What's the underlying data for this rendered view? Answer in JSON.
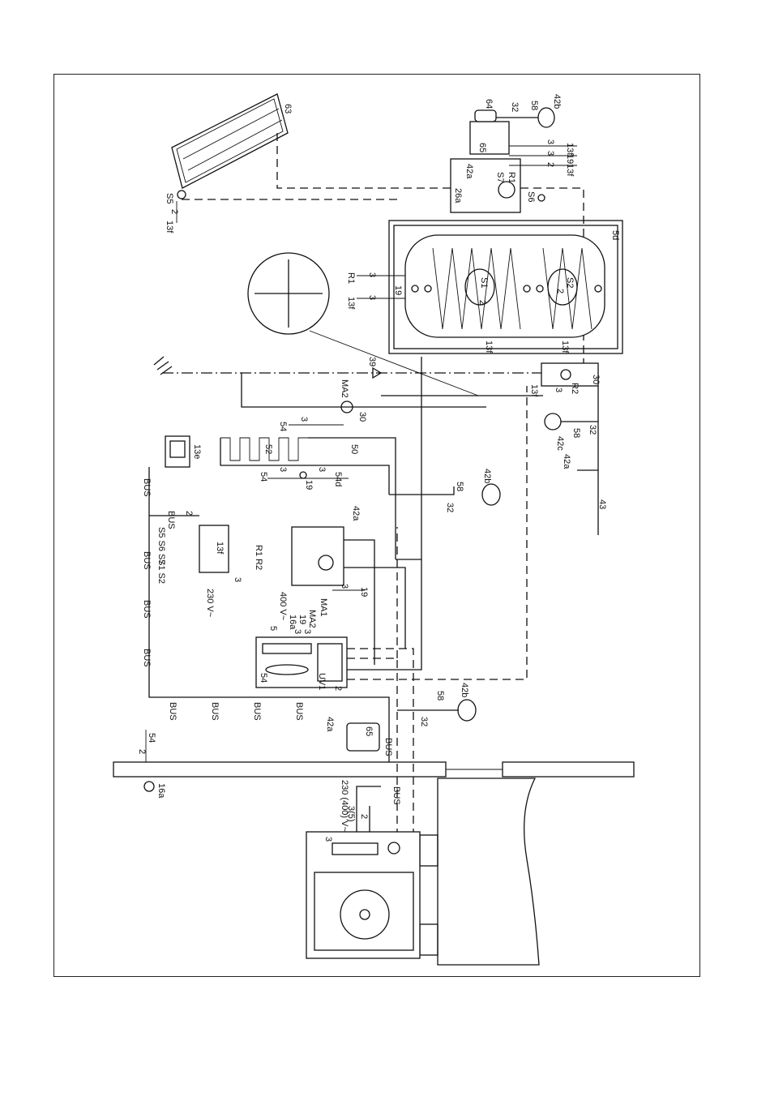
{
  "labels": {
    "collector": "63",
    "sensor_s5": "S5",
    "collector_cable_count": "2",
    "collector_cable_type": "13f",
    "exp_vessel_64": "64",
    "valve_32_top": "32",
    "valve_58_top": "58",
    "vessel_42b_top": "42b",
    "solar_station": "26a",
    "solar_42a": "42a",
    "controller_65": "65",
    "s7": "S7",
    "r1": "R1",
    "s6": "S6",
    "wires_13f_a": "13f",
    "wires_19": "19",
    "wires_13f_b": "13f",
    "wires_n3a": "3",
    "wires_n3b": "3",
    "wires_n2": "2",
    "tank": "5d",
    "tank_s1": "S1",
    "tank_s2": "S2",
    "tank_13f_a": "13f",
    "tank_13f_b": "13f",
    "tank_r1": "R1",
    "tank_19": "19",
    "tank_13f_c": "13f",
    "tank_3a": "3",
    "tank_3b": "3",
    "tank_2a": "2",
    "tank_2b": "2",
    "mixer_39": "39",
    "pump_ma2": "MA2",
    "valve_30": "30",
    "wire_54": "54",
    "wire_3": "3",
    "circ_r2": "R2",
    "circ_30": "30",
    "circ_13f": "13f",
    "circ_3": "3",
    "remote_13e": "13e",
    "floor_52": "52",
    "floor_50": "50",
    "floor_19": "19",
    "floor_54": "54",
    "floor_54d": "54d",
    "floor_3a": "3",
    "floor_3b": "3",
    "vessel_42c": "42c",
    "valve_58_mid": "58",
    "valve_32_mid": "32",
    "safety_42a_mid": "42a",
    "item_43": "43",
    "valve_58_c": "58",
    "vessel_42b_c": "42b",
    "valve_32_c": "32",
    "safety_42a_c": "42a",
    "bus_1": "BUS",
    "bus_2": "BUS",
    "bus_3": "BUS",
    "bus_4": "BUS",
    "bus_5": "BUS",
    "bus_6": "BUS",
    "bus_7": "BUS",
    "bus_8": "BUS",
    "bus_9": "BUS",
    "bus_10": "BUS",
    "ctrl_13f": "13f",
    "ctrl_2": "2",
    "ctrl_230v": "230 V~",
    "ctrl_3": "3",
    "ctrl_r1r2": "R1 R2",
    "ctrl_s1s2": "S1 S2",
    "ctrl_s5s6s7": "S5 S6 S7",
    "pump_ma1": "MA1",
    "wire_19_ma1": "19",
    "wire_3_ma1": "3",
    "module_54": "54",
    "module_uv1": "UV1",
    "module_5": "5",
    "module_400v": "400 V~",
    "module_16a": "16a",
    "module_19": "19",
    "module_ma2": "MA2",
    "module_2": "2",
    "module_3a": "3",
    "module_3b": "3",
    "ctrl_65_b": "65",
    "safety_42a_b": "42a",
    "valve_32_b": "32",
    "valve_58_b": "58",
    "vessel_42b_b": "42b",
    "sensor_16a": "16a",
    "wire_2_ext": "2",
    "wire_54_ext": "54",
    "hp_3": "3",
    "hp_35": "3(5)",
    "hp_2": "2",
    "hp_supply": "230 (400) V~",
    "bus_hp": "BUS"
  }
}
